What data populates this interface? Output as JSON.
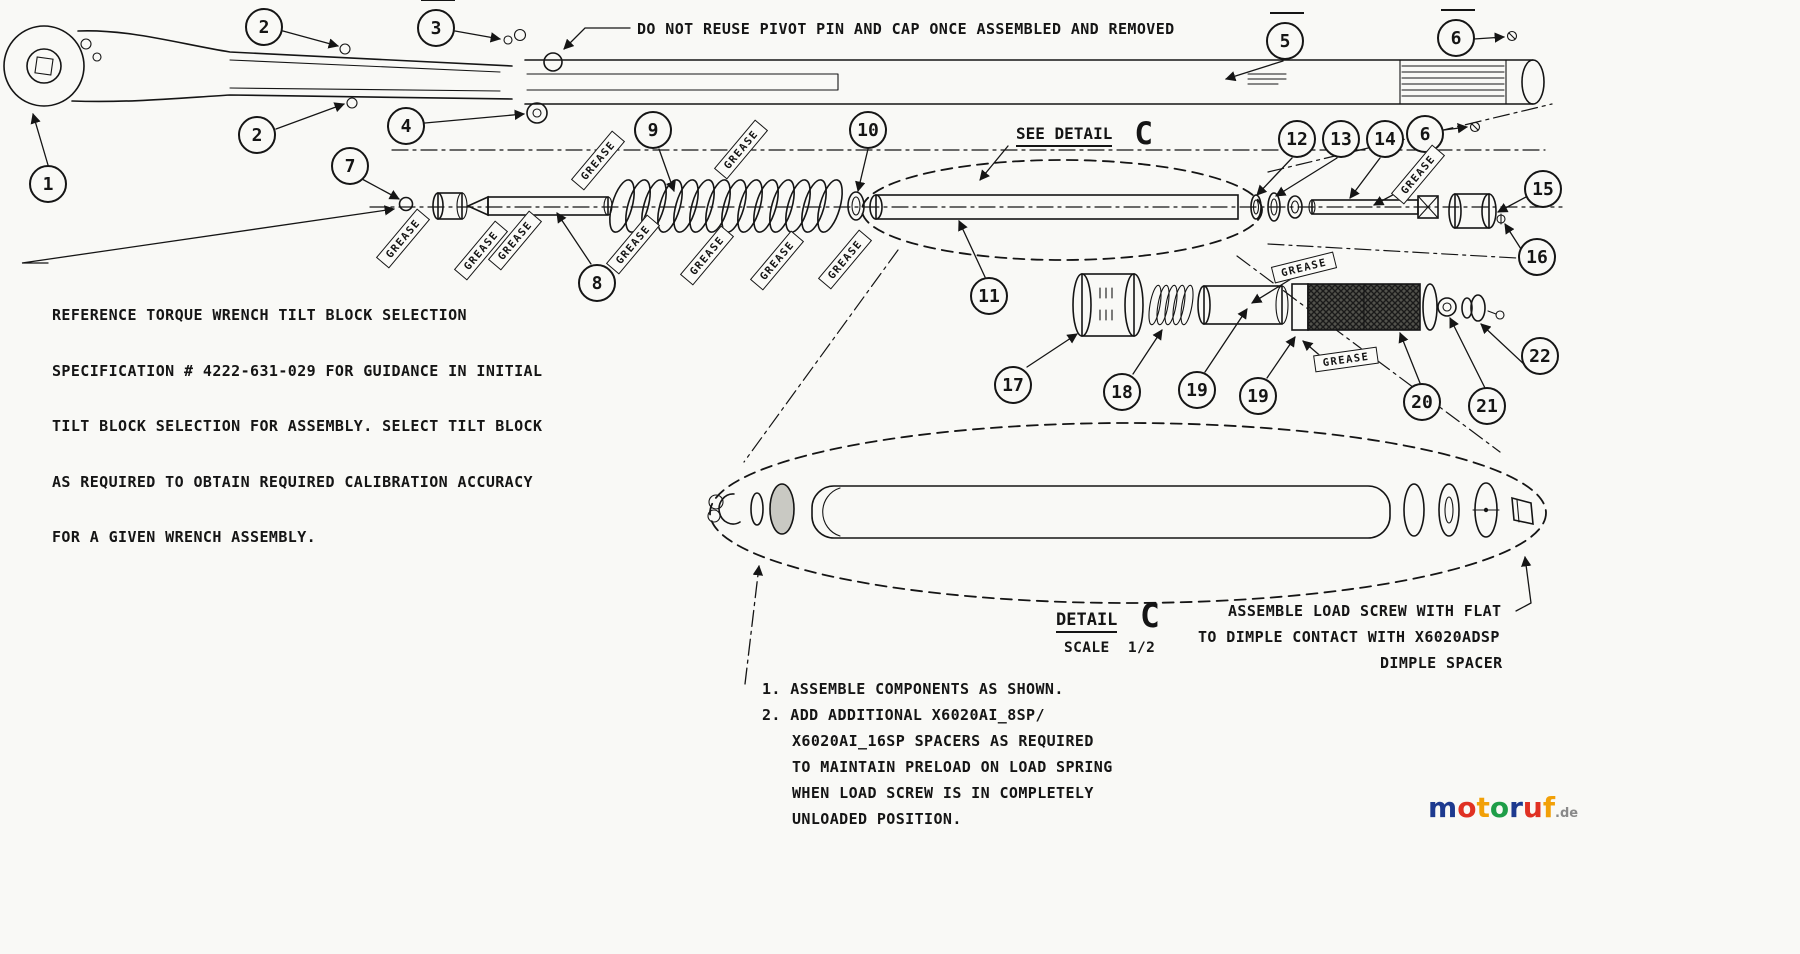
{
  "colors": {
    "ink": "#151515",
    "paper": "#f9f9f6",
    "watermark_blue": "#1d3a8f",
    "watermark_red": "#e03123",
    "watermark_orange": "#f2a007",
    "watermark_green": "#1e9e48",
    "watermark_gray": "#8a8a8a"
  },
  "notes": {
    "pivot": "DO NOT REUSE PIVOT PIN AND CAP ONCE ASSEMBLED AND REMOVED",
    "see_detail_label": "SEE DETAIL",
    "see_detail_letter": "C",
    "reference_lines": [
      "REFERENCE TORQUE WRENCH TILT BLOCK SELECTION",
      "SPECIFICATION # 4222-631-029 FOR GUIDANCE IN INITIAL",
      "TILT BLOCK SELECTION FOR ASSEMBLY. SELECT TILT BLOCK",
      "AS REQUIRED TO OBTAIN REQUIRED CALIBRATION ACCURACY",
      "FOR A GIVEN WRENCH ASSEMBLY."
    ],
    "detail_label": "DETAIL",
    "detail_letter": "C",
    "detail_scale": "SCALE  1/2",
    "load_screw_lines": [
      "ASSEMBLE LOAD SCREW WITH FLAT",
      "TO DIMPLE CONTACT WITH X6020ADSP",
      "DIMPLE SPACER"
    ],
    "assembly_lines": [
      "1. ASSEMBLE COMPONENTS AS SHOWN.",
      "2. ADD ADDITIONAL X6020AI_8SP/",
      "X6020AI_16SP SPACERS AS REQUIRED",
      "TO MAINTAIN PRELOAD ON LOAD SPRING",
      "WHEN LOAD SCREW IS IN COMPLETELY",
      "UNLOADED POSITION."
    ],
    "grease": "GREASE"
  },
  "balloons": [
    "1",
    "2",
    "2",
    "3",
    "4",
    "5",
    "6",
    "6",
    "7",
    "8",
    "9",
    "10",
    "11",
    "12",
    "13",
    "14",
    "15",
    "16",
    "17",
    "18",
    "19",
    "19",
    "20",
    "21",
    "22"
  ],
  "watermark": {
    "letters": [
      "m",
      "o",
      "t",
      "o",
      "r",
      "u",
      "f"
    ],
    "suffix": ".de"
  }
}
